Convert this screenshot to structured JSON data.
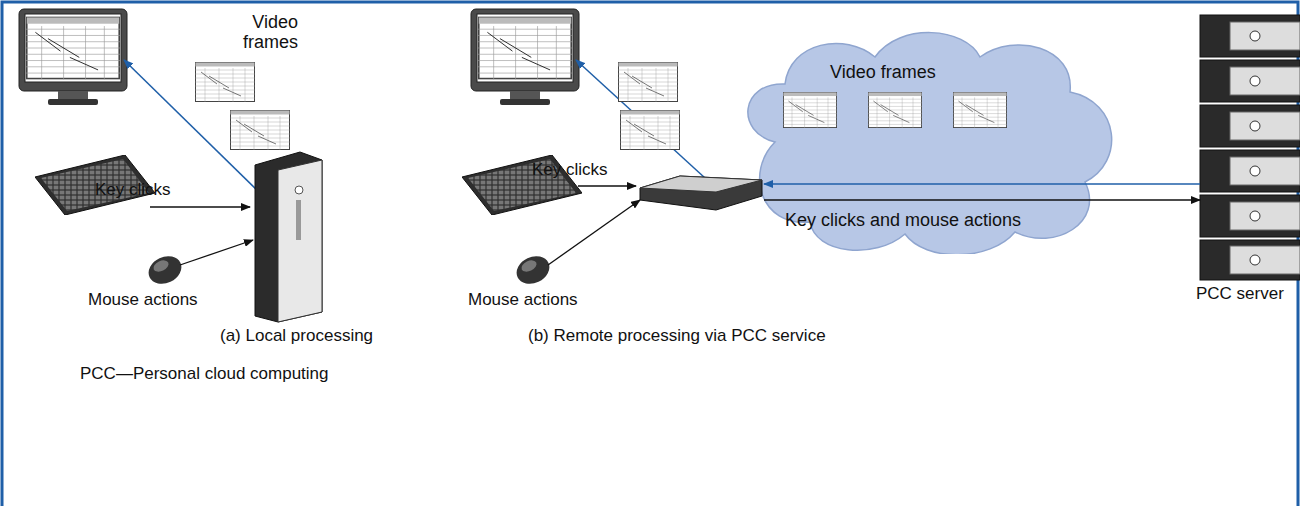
{
  "diagram": {
    "nodes": [
      {
        "text": [
          "Video frames",
          "Key clicks and mouse actions"
        ]
      },
      {
        "text": [
          "PCC server"
        ]
      }
    ],
    "labels": [
      "Video frames",
      "Key clicks",
      "Mouse actions",
      "(a) Local processing",
      "Key clicks",
      "Mouse actions",
      "(b) Remote processing via PCC service",
      "PCC—Personal cloud computing"
    ]
  }
}
